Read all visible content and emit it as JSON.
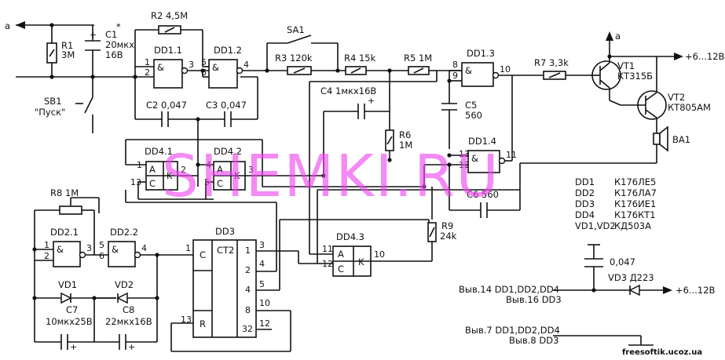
{
  "labels": {
    "a_left": "a",
    "a_right": "a",
    "R1": "R1",
    "R1v": "3M",
    "C1": "C1",
    "C1v": "20мкх",
    "C1u": "16В",
    "star": "*",
    "R2": "R2 4,5M",
    "DD11": "DD1.1",
    "DD12": "DD1.2",
    "DD13": "DD1.3",
    "DD14": "DD1.4",
    "SA1": "SA1",
    "R3": "R3 120k",
    "R4": "R4 15k",
    "R5": "R5 1M",
    "R7": "R7 3,3k",
    "VT1": "VT1",
    "VT1t": "КТ315Б",
    "VT2": "VT2",
    "VT2t": "КТ805АМ",
    "plusTop": "+6...12В",
    "SB1": "SB1",
    "pusk": "\"Пуск\"",
    "C2": "C2 0,047",
    "C3": "C3 0,047",
    "C4": "C4 1мкх16В",
    "C5": "C5",
    "C5v": "560",
    "R6": "R6",
    "R6v": "1M",
    "BA1": "BA1",
    "DD41": "DD4.1",
    "DD42": "DD4.2",
    "DD43": "DD4.3",
    "C6": "C6 560",
    "R8": "R8 1M",
    "DD21": "DD2.1",
    "DD22": "DD2.2",
    "DD3": "DD3",
    "R9": "R9",
    "R9v": "24k",
    "VD1": "VD1",
    "VD2": "VD2",
    "C7": "C7",
    "C7v": "10мкх25В",
    "C8": "C8",
    "C8v": "22мкх16В",
    "cap047": "0,047",
    "VD3": "VD3 Д223",
    "plusBot": "+6...12В",
    "pinsPwr1": "Выв.14 DD1,DD2,DD4",
    "pinsPwr2": "Выв.16 DD3",
    "pinsGnd1": "Выв.7 DD1,DD2,DD4",
    "pinsGnd2": "Выв.8 DD3",
    "CT2": "CT2",
    "Cpin": "C",
    "Rpin": "R",
    "amp": "&",
    "A": "A",
    "K": "K"
  },
  "parts_table": [
    {
      "ref": "DD1",
      "type": "К176ЛЕ5"
    },
    {
      "ref": "DD2",
      "type": "К176ЛА7"
    },
    {
      "ref": "DD3",
      "type": "К176ИЕ1"
    },
    {
      "ref": "DD4",
      "type": "К176КТ1"
    },
    {
      "ref": "VD1,VD2",
      "type": "КД503А"
    }
  ],
  "watermark": "SHEMKI.RU",
  "source": "freesoftik.ucoz.ua"
}
